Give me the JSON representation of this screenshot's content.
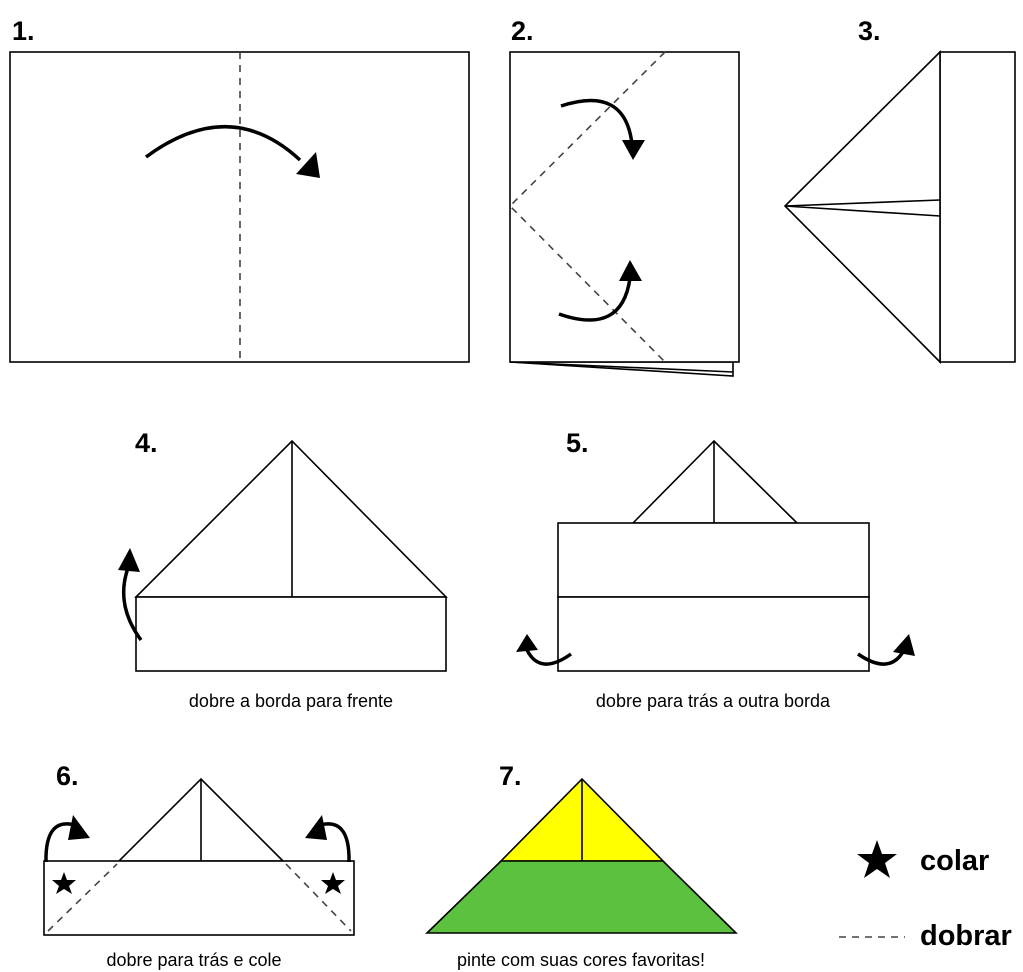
{
  "steps": [
    {
      "number": "1.",
      "caption": ""
    },
    {
      "number": "2.",
      "caption": ""
    },
    {
      "number": "3.",
      "caption": ""
    },
    {
      "number": "4.",
      "caption": "dobre a borda para frente"
    },
    {
      "number": "5.",
      "caption": "dobre para trás a outra borda"
    },
    {
      "number": "6.",
      "caption": "dobre para trás e cole"
    },
    {
      "number": "7.",
      "caption": "pinte com suas cores favoritas!"
    }
  ],
  "legend": {
    "glue_label": "colar",
    "glue_icon": "star-icon",
    "fold_label": "dobrar",
    "fold_icon": "dashed-line-icon"
  },
  "colors": {
    "hat_top": "#ffff00",
    "hat_brim": "#5cc13e",
    "line": "#000000"
  }
}
